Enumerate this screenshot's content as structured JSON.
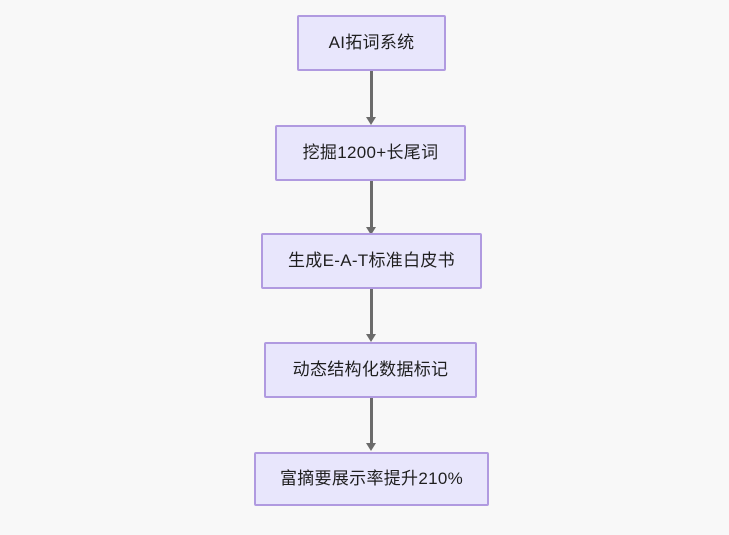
{
  "diagram": {
    "type": "flowchart",
    "direction": "top-to-bottom",
    "background_color": "#f8f8f8",
    "node_fill_color": "#e8e6fc",
    "node_border_color": "#b09ae0",
    "edge_color": "#6b6b6b",
    "text_color": "#1f1f1f",
    "nodes": [
      {
        "id": "n1",
        "label": "AI拓词系统"
      },
      {
        "id": "n2",
        "label": "挖掘1200+长尾词"
      },
      {
        "id": "n3",
        "label": "生成E-A-T标准白皮书"
      },
      {
        "id": "n4",
        "label": "动态结构化数据标记"
      },
      {
        "id": "n5",
        "label": "富摘要展示率提升210%"
      }
    ],
    "edges": [
      {
        "from": "n1",
        "to": "n2"
      },
      {
        "from": "n2",
        "to": "n3"
      },
      {
        "from": "n3",
        "to": "n4"
      },
      {
        "from": "n4",
        "to": "n5"
      }
    ]
  }
}
